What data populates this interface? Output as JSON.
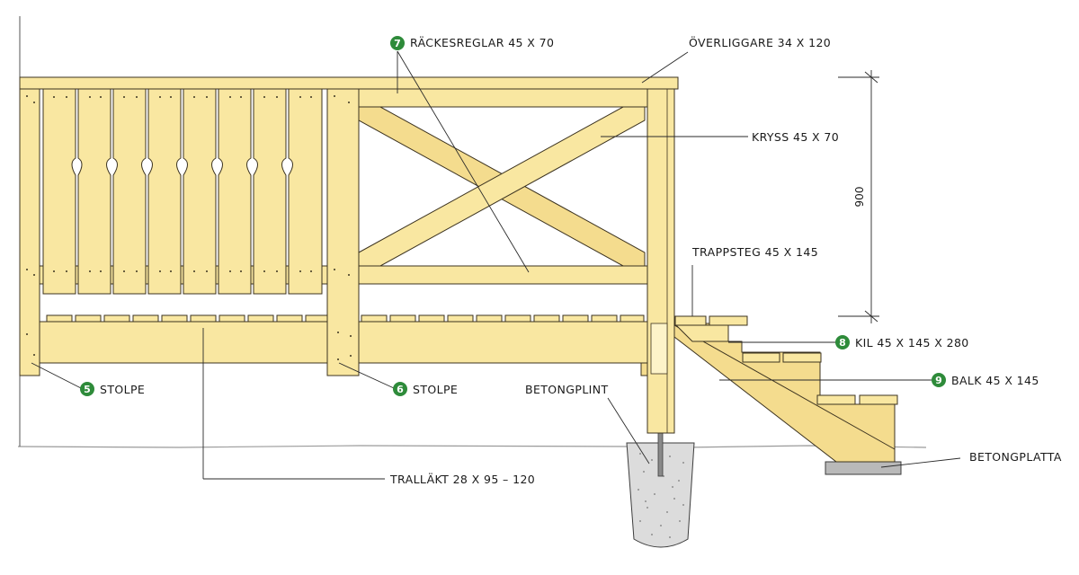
{
  "colors": {
    "wood": "#f9e7a1",
    "wood_dark": "#f4dc8e",
    "outline": "#3c3320",
    "badge": "#2e8b3a",
    "concrete": "#dcdcdc",
    "slab": "#b9b9b9",
    "ground": "#9a9a9a"
  },
  "labels": {
    "rackesreglar": {
      "badge": "7",
      "text": "RÄCKESREGLAR 45 X 70"
    },
    "overliggare": {
      "text": "ÖVERLIGGARE 34 X 120"
    },
    "kryss": {
      "text": "KRYSS 45 X 70"
    },
    "trappsteg": {
      "text": "TRAPPSTEG 45 X 145"
    },
    "kil": {
      "badge": "8",
      "text": "KIL 45 X 145 X 280"
    },
    "balk": {
      "badge": "9",
      "text": "BALK 45 X 145"
    },
    "stolpe5": {
      "badge": "5",
      "text": "STOLPE"
    },
    "stolpe6": {
      "badge": "6",
      "text": "STOLPE"
    },
    "betongplint": {
      "text": "BETONGPLINT"
    },
    "betongplatta": {
      "text": "BETONGPLATTA"
    },
    "tralläkt": {
      "text": "TRALLÄKT 28 X 95 – 120"
    }
  },
  "dimension": {
    "value": "900"
  }
}
